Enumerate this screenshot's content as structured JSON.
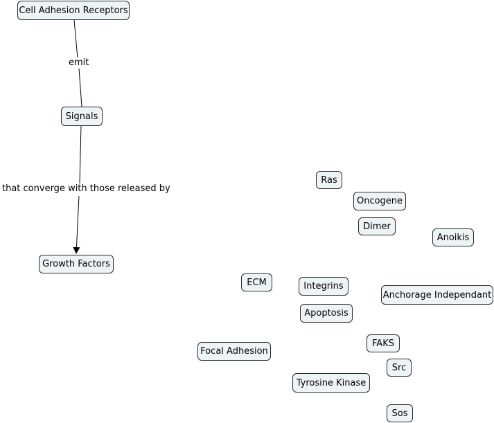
{
  "concept_map": {
    "nodes": {
      "cell_adhesion_receptors": "Cell Adhesion Receptors",
      "signals": "Signals",
      "growth_factors": "Growth Factors",
      "ras": "Ras",
      "oncogene": "Oncogene",
      "dimer": "Dimer",
      "anoikis": "Anoikis",
      "ecm": "ECM",
      "integrins": "Integrins",
      "anchorage_independant": "Anchorage Independant",
      "apoptosis": "Apoptosis",
      "faks": "FAKS",
      "focal_adhesion": "Focal Adhesion",
      "src": "Src",
      "tyrosine_kinase": "Tyrosine Kinase",
      "sos": "Sos"
    },
    "links": {
      "emit": "emit",
      "converge": "that converge with those released by"
    }
  }
}
